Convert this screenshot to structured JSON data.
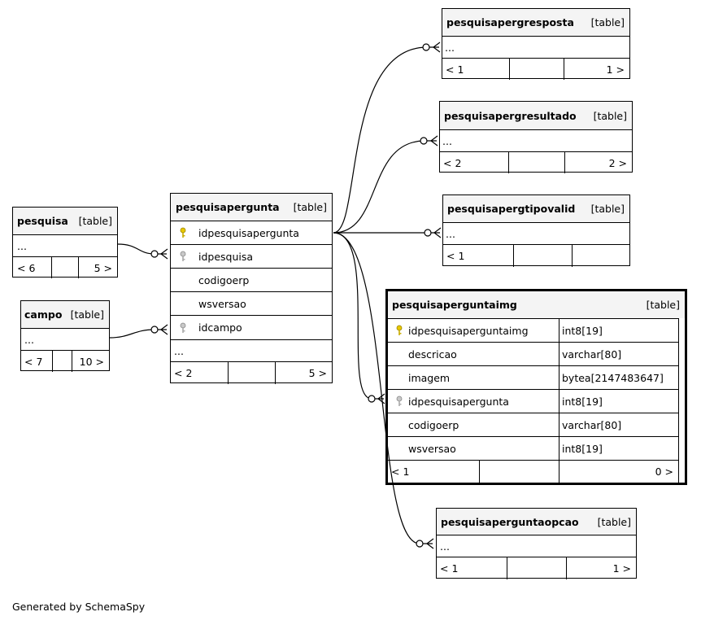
{
  "center": {
    "name": "pesquisapergunta",
    "tag": "[table]",
    "columns": [
      {
        "name": "idpesquisapergunta",
        "key": "primary-key-icon"
      },
      {
        "name": "idpesquisa",
        "key": "foreign-key-icon"
      },
      {
        "name": "codigoerp",
        "key": ""
      },
      {
        "name": "wsversao",
        "key": ""
      },
      {
        "name": "idcampo",
        "key": "foreign-key-icon"
      }
    ],
    "ellipsis": "...",
    "parents_label": "< 2",
    "children_label": "5 >"
  },
  "pesquisa": {
    "name": "pesquisa",
    "tag": "[table]",
    "ellipsis": "...",
    "left": "< 6",
    "right": "5 >"
  },
  "campo": {
    "name": "campo",
    "tag": "[table]",
    "ellipsis": "...",
    "left": "< 7",
    "right": "10 >"
  },
  "resposta": {
    "name": "pesquisapergresposta",
    "tag": "[table]",
    "ellipsis": "...",
    "left": "< 1",
    "right": "1 >"
  },
  "resultado": {
    "name": "pesquisapergresultado",
    "tag": "[table]",
    "ellipsis": "...",
    "left": "< 2",
    "right": "2 >"
  },
  "tipovalid": {
    "name": "pesquisapergtipovalid",
    "tag": "[table]",
    "ellipsis": "...",
    "left": "< 1",
    "right": ""
  },
  "img": {
    "name": "pesquisaperguntaimg",
    "tag": "[table]",
    "columns": [
      {
        "name": "idpesquisaperguntaimg",
        "type": "int8[19]",
        "key": "primary-key-icon"
      },
      {
        "name": "descricao",
        "type": "varchar[80]",
        "key": ""
      },
      {
        "name": "imagem",
        "type": "bytea[2147483647]",
        "key": ""
      },
      {
        "name": "idpesquisapergunta",
        "type": "int8[19]",
        "key": "foreign-key-icon"
      },
      {
        "name": "codigoerp",
        "type": "varchar[80]",
        "key": ""
      },
      {
        "name": "wsversao",
        "type": "int8[19]",
        "key": ""
      }
    ],
    "left": "< 1",
    "right": "0 >"
  },
  "opcao": {
    "name": "pesquisaperguntaopcao",
    "tag": "[table]",
    "ellipsis": "...",
    "left": "< 1",
    "right": "1 >"
  },
  "footer": "Generated by SchemaSpy",
  "colors": {
    "primary_key": "#e8c800",
    "foreign_key": "#b0b0b0",
    "header_bg": "#f4f4f4"
  }
}
